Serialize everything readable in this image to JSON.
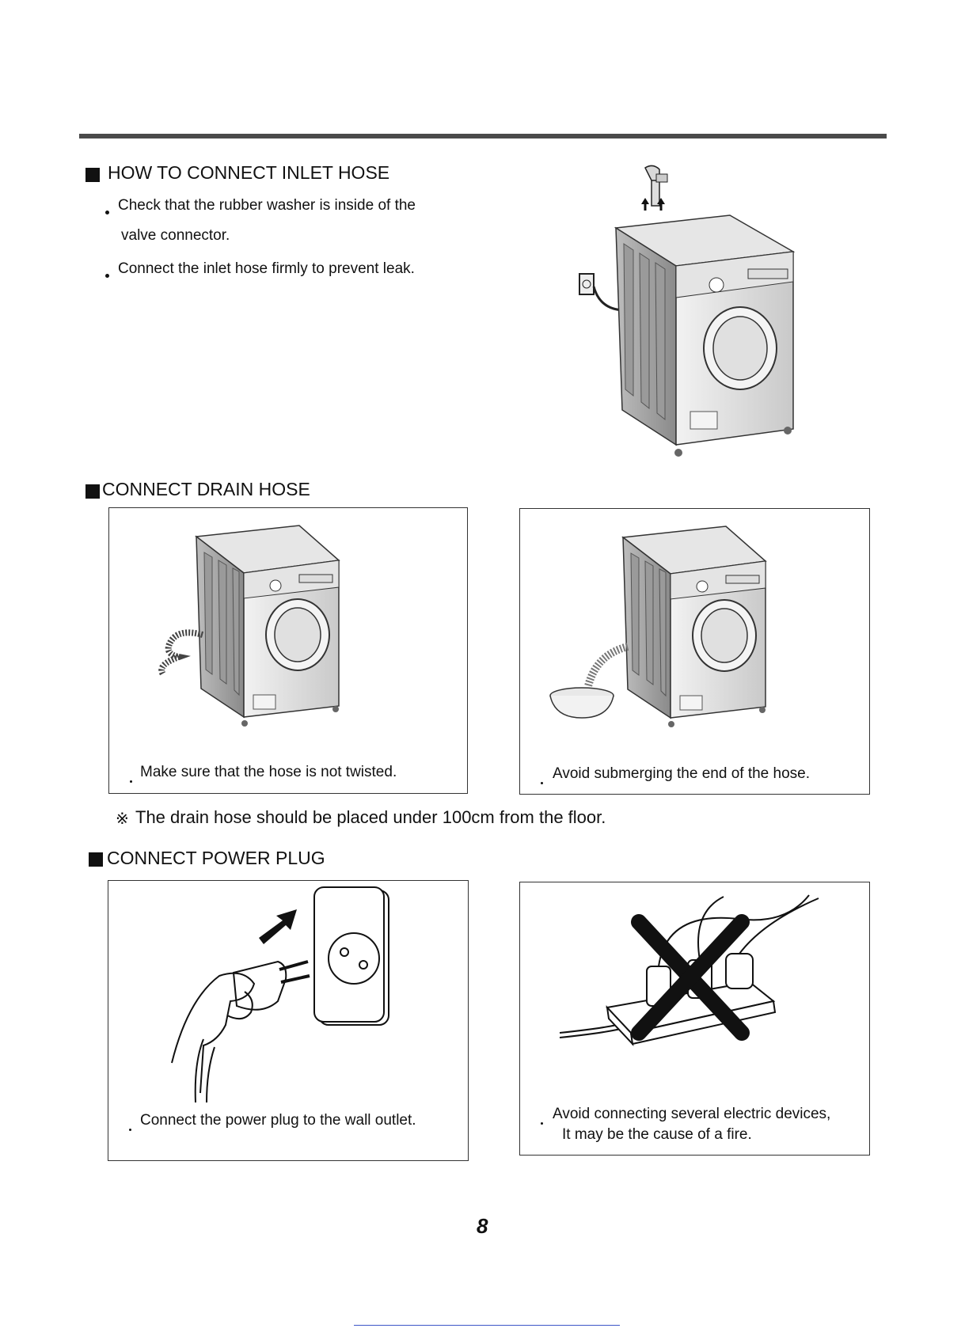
{
  "inlet": {
    "heading": "HOW TO CONNECT INLET HOSE",
    "bullet1_line1": "Check that the rubber washer is inside of the",
    "bullet1_line2": "valve connector.",
    "bullet2": "Connect the inlet hose firmly to prevent leak."
  },
  "drain": {
    "heading": "CONNECT DRAIN HOSE",
    "caption_left": "Make sure that the hose is not twisted.",
    "caption_right": "Avoid submerging the end of the hose.",
    "note_mark": "※",
    "note": "The drain hose should be placed under 100cm from the floor."
  },
  "power": {
    "heading": "CONNECT POWER PLUG",
    "caption_left": "Connect the power plug to the wall outlet.",
    "caption_right_line1": "Avoid connecting several electric devices,",
    "caption_right_line2": "It may be the cause of a fire."
  },
  "page_number": "8"
}
